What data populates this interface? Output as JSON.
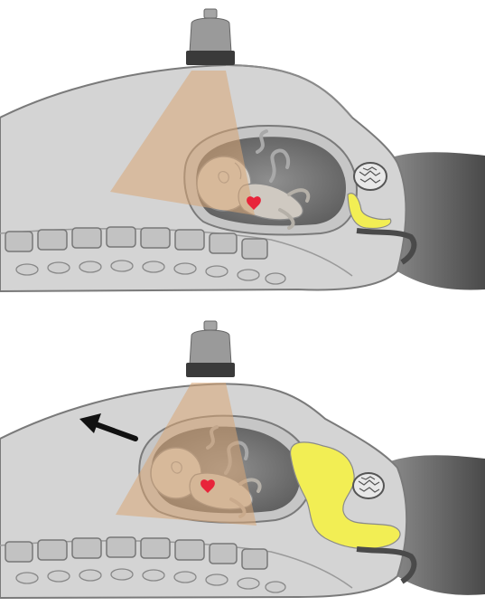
{
  "figure": {
    "panels": [
      {
        "id": "top",
        "probe": "ultrasound-probe-icon",
        "bladder_state": "empty",
        "arrow": false
      },
      {
        "id": "bottom",
        "probe": "ultrasound-probe-icon",
        "bladder_state": "full",
        "arrow": true,
        "arrow_direction": "left"
      }
    ],
    "colors": {
      "tissue": "#d4d4d4",
      "skin_outline": "#7a7a7a",
      "beam": "#d9a574",
      "heart": "#e8243a",
      "bladder": "#f2ee54",
      "uterus_cavity": "#6f6f6f",
      "spine": "#bdbdbd",
      "legs": "#5a5a5a",
      "probe_body": "#9a9a9a",
      "probe_head": "#3a3a3a"
    }
  }
}
